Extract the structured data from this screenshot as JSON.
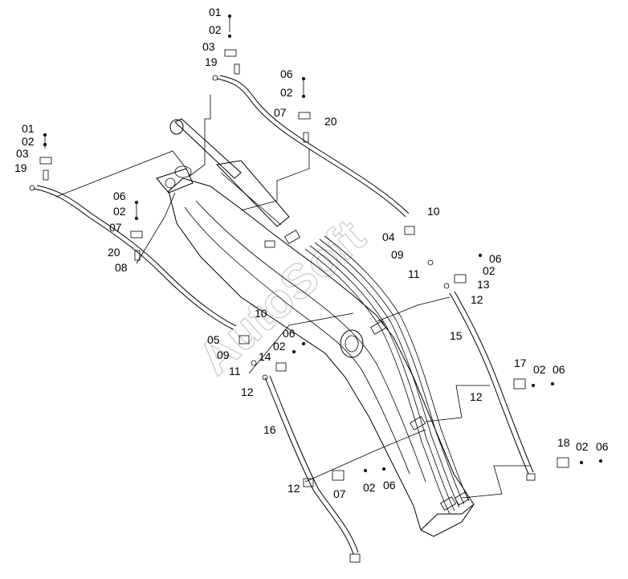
{
  "watermark": "AutoSoft",
  "labels": [
    {
      "id": "lbl-01-top",
      "text": "01"
    },
    {
      "id": "lbl-02-top",
      "text": "02"
    },
    {
      "id": "lbl-03-top",
      "text": "03"
    },
    {
      "id": "lbl-19-top",
      "text": "19"
    },
    {
      "id": "lbl-06-a",
      "text": "06"
    },
    {
      "id": "lbl-02-a",
      "text": "02"
    },
    {
      "id": "lbl-07-a",
      "text": "07"
    },
    {
      "id": "lbl-20-a",
      "text": "20"
    },
    {
      "id": "lbl-01-left",
      "text": "01"
    },
    {
      "id": "lbl-02-left",
      "text": "02"
    },
    {
      "id": "lbl-03-left",
      "text": "03"
    },
    {
      "id": "lbl-19-left",
      "text": "19"
    },
    {
      "id": "lbl-06-b",
      "text": "06"
    },
    {
      "id": "lbl-02-b",
      "text": "02"
    },
    {
      "id": "lbl-07-b",
      "text": "07"
    },
    {
      "id": "lbl-20-b",
      "text": "20"
    },
    {
      "id": "lbl-08",
      "text": "08"
    },
    {
      "id": "lbl-10-a",
      "text": "10"
    },
    {
      "id": "lbl-04",
      "text": "04"
    },
    {
      "id": "lbl-09-a",
      "text": "09"
    },
    {
      "id": "lbl-11-a",
      "text": "11"
    },
    {
      "id": "lbl-06-c",
      "text": "06"
    },
    {
      "id": "lbl-02-c",
      "text": "02"
    },
    {
      "id": "lbl-13",
      "text": "13"
    },
    {
      "id": "lbl-12-a",
      "text": "12"
    },
    {
      "id": "lbl-15",
      "text": "15"
    },
    {
      "id": "lbl-10-b",
      "text": "10"
    },
    {
      "id": "lbl-05",
      "text": "05"
    },
    {
      "id": "lbl-06-d",
      "text": "06"
    },
    {
      "id": "lbl-02-d",
      "text": "02"
    },
    {
      "id": "lbl-09-b",
      "text": "09"
    },
    {
      "id": "lbl-14",
      "text": "14"
    },
    {
      "id": "lbl-11-b",
      "text": "11"
    },
    {
      "id": "lbl-12-b",
      "text": "12"
    },
    {
      "id": "lbl-16",
      "text": "16"
    },
    {
      "id": "lbl-17",
      "text": "17"
    },
    {
      "id": "lbl-02-e",
      "text": "02"
    },
    {
      "id": "lbl-06-e",
      "text": "06"
    },
    {
      "id": "lbl-12-c",
      "text": "12"
    },
    {
      "id": "lbl-18",
      "text": "18"
    },
    {
      "id": "lbl-02-f",
      "text": "02"
    },
    {
      "id": "lbl-06-f",
      "text": "06"
    },
    {
      "id": "lbl-12-d",
      "text": "12"
    },
    {
      "id": "lbl-07-c",
      "text": "07"
    },
    {
      "id": "lbl-02-g",
      "text": "02"
    },
    {
      "id": "lbl-06-g",
      "text": "06"
    }
  ]
}
